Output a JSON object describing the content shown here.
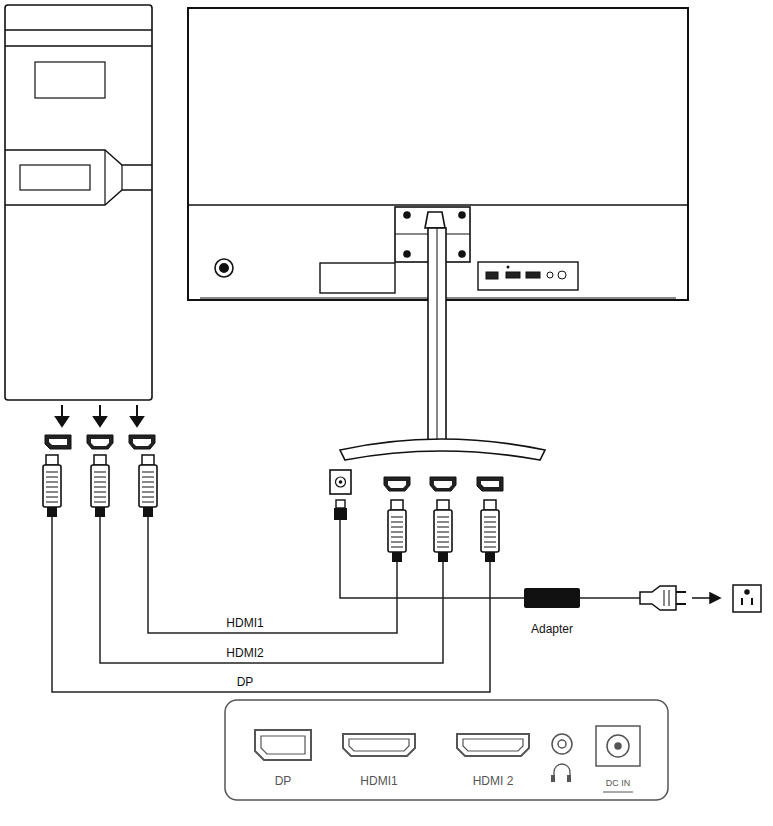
{
  "diagram": {
    "nodes": [
      {
        "text": [
          "Adapter"
        ]
      }
    ],
    "labels": [
      "HDMI1",
      "HDMI2",
      "DP",
      "DP",
      "HDMI1",
      "HDMI 2",
      "DC IN"
    ]
  }
}
